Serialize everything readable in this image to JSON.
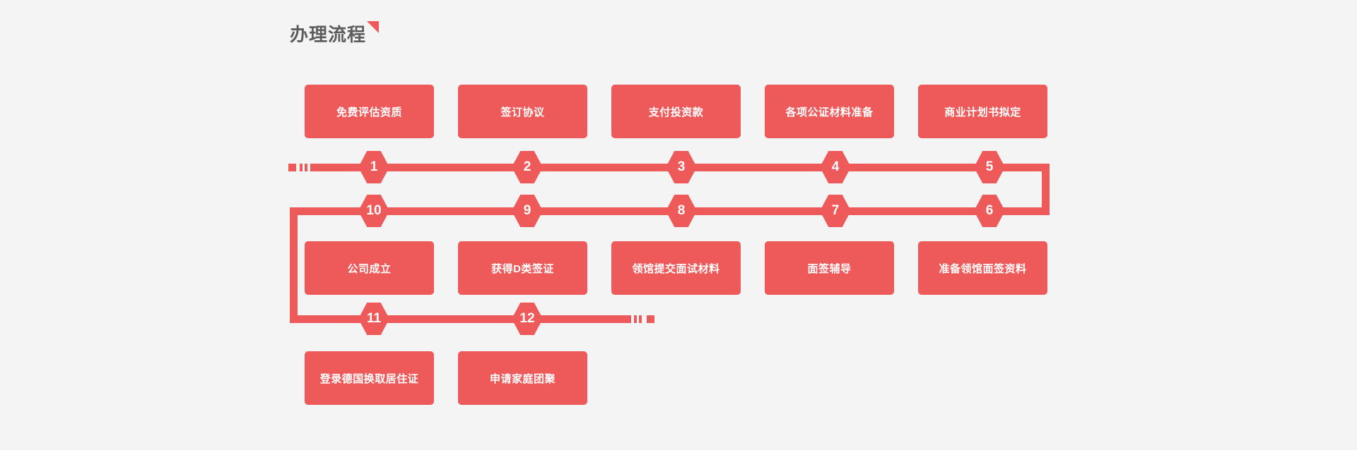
{
  "page": {
    "background_color": "#f4f4f4",
    "accent_color": "#ee5a5a",
    "title_color": "#5d5d5d"
  },
  "header": {
    "title": "办理流程",
    "corner_decoration": "triangle-corner-icon"
  },
  "flow": {
    "rows": [
      {
        "id": "row-top",
        "cards": [
          {
            "label": "免费评估资质"
          },
          {
            "label": "签订协议"
          },
          {
            "label": "支付投资款"
          },
          {
            "label": "各项公证材料准备"
          },
          {
            "label": "商业计划书拟定"
          }
        ]
      },
      {
        "id": "row-middle",
        "cards": [
          {
            "label": "公司成立"
          },
          {
            "label": "获得D类签证"
          },
          {
            "label": "领馆提交面试材料"
          },
          {
            "label": "面签辅导"
          },
          {
            "label": "准备领馆面签资料"
          }
        ]
      },
      {
        "id": "row-bottom",
        "cards": [
          {
            "label": "登录德国换取居住证"
          },
          {
            "label": "申请家庭团聚"
          }
        ]
      }
    ],
    "markers": {
      "line1": [
        "1",
        "2",
        "3",
        "4",
        "5"
      ],
      "line2": [
        "10",
        "9",
        "8",
        "7",
        "6"
      ],
      "line3": [
        "11",
        "12"
      ]
    }
  }
}
